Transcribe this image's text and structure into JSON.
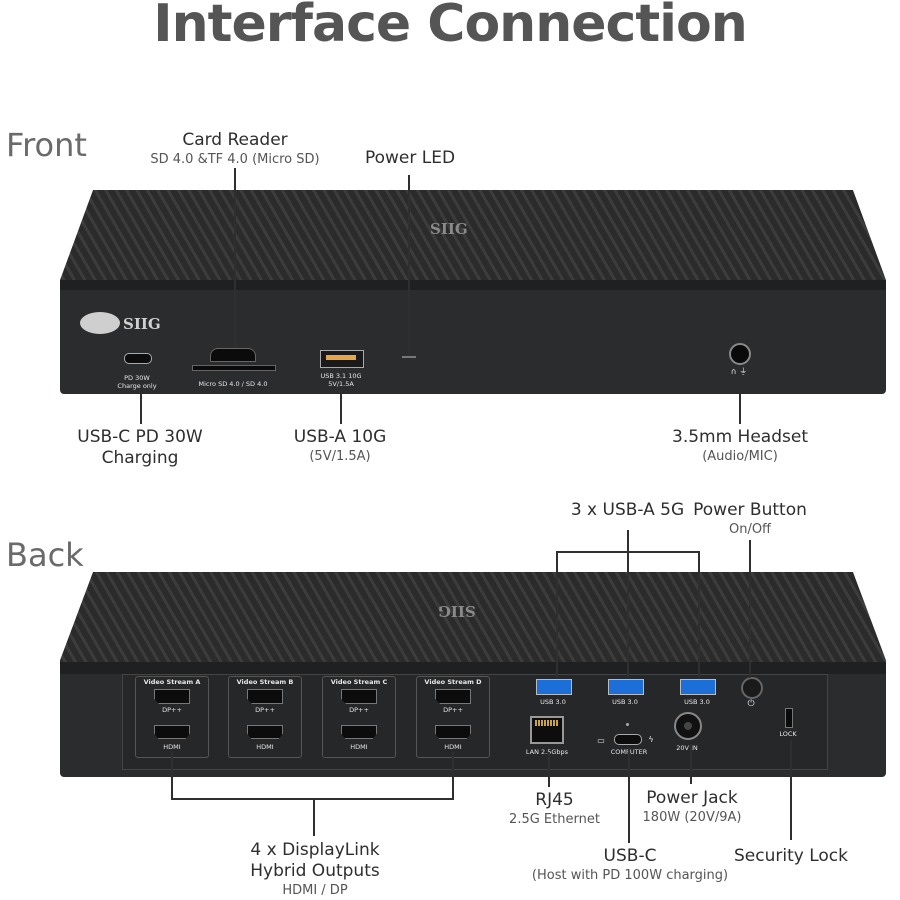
{
  "title": "Interface Connection",
  "sections": {
    "front": "Front",
    "back": "Back"
  },
  "brand": "SIIG",
  "front_labels": {
    "card_reader": {
      "main": "Card Reader",
      "sub": "SD 4.0 &TF 4.0 (Micro SD)"
    },
    "power_led": {
      "main": "Power LED"
    },
    "usbc_charging": {
      "line1": "USB-C PD 30W",
      "line2": "Charging"
    },
    "usba_10g": {
      "main": "USB-A 10G",
      "sub": "(5V/1.5A)"
    },
    "headset": {
      "main": "3.5mm Headset",
      "sub": "(Audio/MIC)"
    }
  },
  "front_port_text": {
    "pd30w_1": "PD 30W",
    "pd30w_2": "Charge only",
    "microsd": "Micro SD 4.0 / SD 4.0",
    "usb31_1": "USB 3.1 10G",
    "usb31_2": "5V/1.5A"
  },
  "back_labels": {
    "usba_5g": {
      "main": "3 x USB-A 5G"
    },
    "power_button": {
      "main": "Power Button",
      "sub": "On/Off"
    },
    "displaylink": {
      "line1": "4 x DisplayLink",
      "line2": "Hybrid Outputs",
      "sub": "HDMI / DP"
    },
    "rj45": {
      "main": "RJ45",
      "sub": "2.5G Ethernet"
    },
    "power_jack": {
      "main": "Power Jack",
      "sub": "180W (20V/9A)"
    },
    "usbc_host": {
      "main": "USB-C",
      "sub": "(Host with PD 100W charging)"
    },
    "security_lock": {
      "main": "Security Lock"
    }
  },
  "back_port_text": {
    "streams": [
      "Video Stream A",
      "Video Stream B",
      "Video Stream C",
      "Video Stream D"
    ],
    "dp": "DP++",
    "hdmi": "HDMI",
    "usb30": "USB 3.0",
    "lan": "LAN 2.5Gbps",
    "computer": "COMPUTER",
    "dc_in": "20V IN",
    "lock": "LOCK"
  }
}
